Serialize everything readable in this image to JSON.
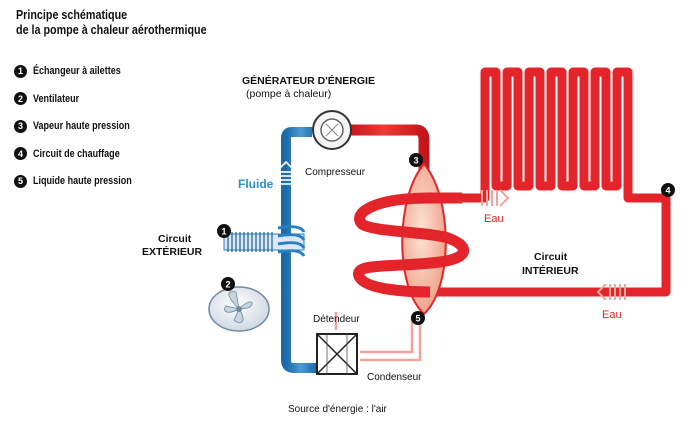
{
  "title_line1": "Principe schématique",
  "title_line2": "de la pompe à chaleur aérothermique",
  "legend": [
    {
      "num": "1",
      "label": "Échangeur à ailettes"
    },
    {
      "num": "2",
      "label": "Ventilateur"
    },
    {
      "num": "3",
      "label": "Vapeur haute pression"
    },
    {
      "num": "4",
      "label": "Circuit de chauffage"
    },
    {
      "num": "5",
      "label": "Liquide haute pression"
    }
  ],
  "labels": {
    "generator_line1": "GÉNÉRATEUR D'ÉNERGIE",
    "generator_line2": "(pompe à chaleur)",
    "fluide": "Fluide",
    "compresseur": "Compresseur",
    "circuit_ext_line1": "Circuit",
    "circuit_ext_line2": "EXTÉRIEUR",
    "detendeur": "Détendeur",
    "condenseur": "Condenseur",
    "eau_top": "Eau",
    "eau_bottom": "Eau",
    "circuit_int_line1": "Circuit",
    "circuit_int_line2": "INTÉRIEUR",
    "source": "Source d'énergie : l'air"
  },
  "markers": {
    "m1": "1",
    "m2": "2",
    "m3": "3",
    "m4": "4",
    "m5": "5"
  },
  "colors": {
    "cold": "#2a7fc0",
    "hot": "#e3242b",
    "hot_light": "#f2a39b",
    "vessel": "#f3b9a0",
    "text_blue": "#2b8fd1",
    "text_red": "#e3242b"
  }
}
